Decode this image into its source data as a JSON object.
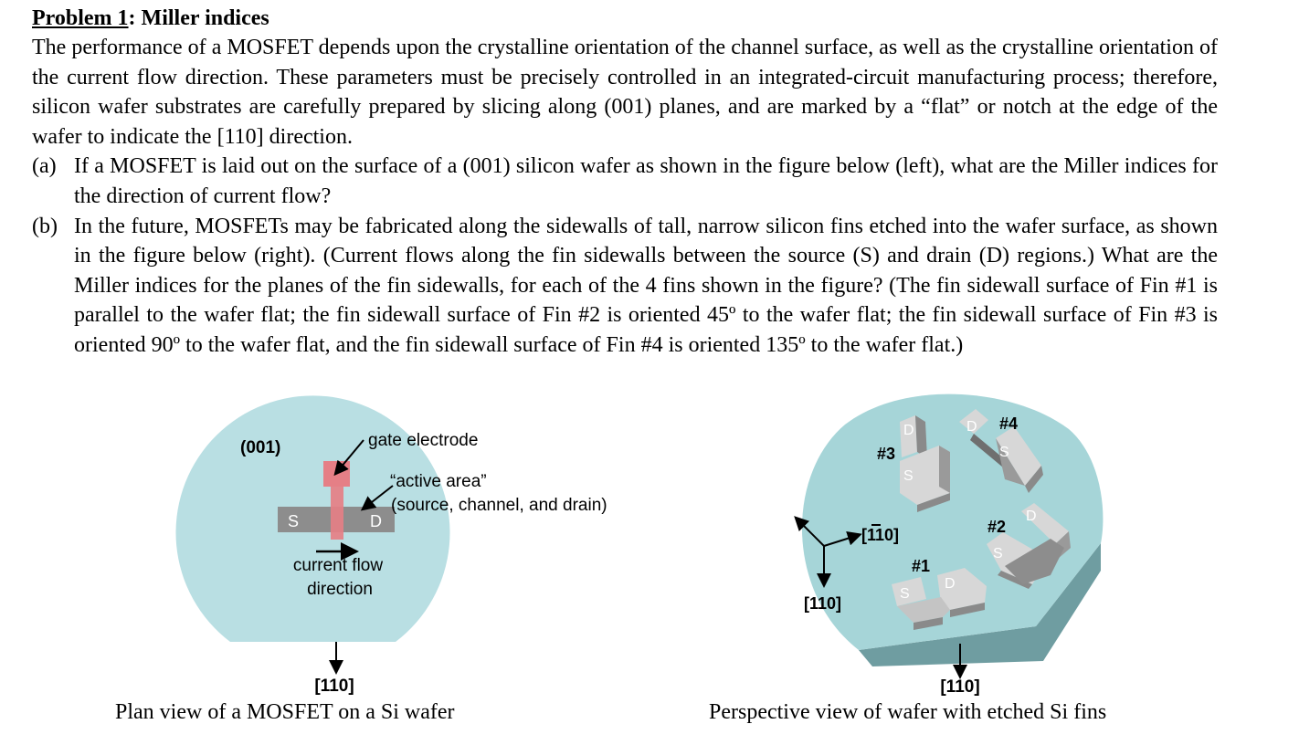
{
  "problem": {
    "number_label": "Problem 1",
    "title": ": Miller indices",
    "intro": "The performance of a MOSFET depends upon the crystalline orientation of the channel surface, as well as the crystalline orientation of the current flow direction.  These parameters must be precisely controlled in an integrated-circuit manufacturing process; therefore, silicon wafer substrates are carefully prepared by slicing along (001) planes, and are marked by a “flat” or notch at the edge of the wafer to indicate the [110] direction.",
    "parts": [
      {
        "label": "(a)",
        "text": "If a MOSFET is laid out on the surface of a (001) silicon wafer as shown in the figure below (left), what are the Miller indices for the direction of current flow?"
      },
      {
        "label": "(b)",
        "text": "In the future, MOSFETs may be fabricated along the sidewalls of tall, narrow silicon fins etched into the wafer surface, as shown in the figure below (right).  (Current flows along the fin sidewalls between the source (S) and drain (D) regions.)  What are the Miller indices for the planes of the fin sidewalls, for each of the 4 fins shown in the figure?  (The fin sidewall surface of Fin #1 is parallel to the wafer flat; the fin sidewall surface of Fin #2 is oriented 45º to the wafer flat; the fin sidewall surface of Fin #3 is oriented 90º to the wafer flat, and the fin sidewall surface of Fin #4 is oriented 135º to the wafer flat.)"
      }
    ]
  },
  "left_figure": {
    "plane_label": "(001)",
    "gate_label": "gate electrode",
    "active_label_1": "“active area”",
    "active_label_2": "(source, channel, and drain)",
    "source_label": "S",
    "drain_label": "D",
    "flow_label_1": "current flow",
    "flow_label_2": "direction",
    "flat_direction": "[110]",
    "caption": "Plan view of a MOSFET on a Si wafer",
    "colors": {
      "wafer": "#b9dfe3",
      "gate": "#e57f86",
      "active": "#8d8d8d"
    }
  },
  "right_figure": {
    "axis_right_label": "[110]",
    "axis_down_label": "[110]",
    "flat_direction": "[110]",
    "fins": [
      {
        "label": "#1",
        "source": "S",
        "drain": "D"
      },
      {
        "label": "#2",
        "source": "S",
        "drain": "D"
      },
      {
        "label": "#3",
        "source": "S",
        "drain": "D"
      },
      {
        "label": "#4",
        "source": "S",
        "drain": "D"
      }
    ],
    "caption": "Perspective view of wafer with etched Si fins",
    "colors": {
      "wafer_top": "#a6d5d8",
      "wafer_edge": "#6f9da1",
      "fin_light": "#d7d7d7",
      "fin_dark": "#8a8a8a"
    }
  }
}
